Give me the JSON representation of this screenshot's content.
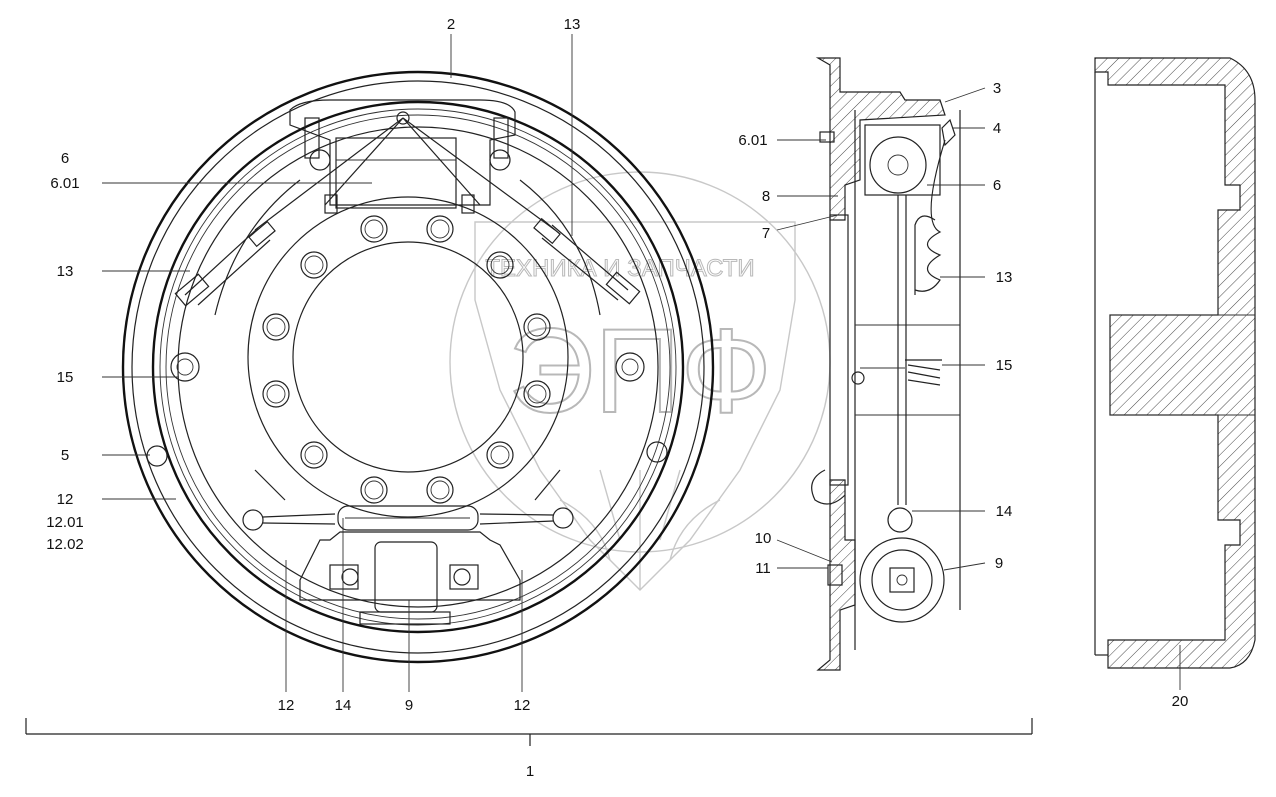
{
  "watermark": {
    "tagline": "ТЕХНИКА И ЗАПЧАСТИ",
    "logo": "ЭПФ"
  },
  "labels": {
    "l2": "2",
    "l13_top": "13",
    "l6": "6",
    "l6_01": "6.01",
    "l13_left": "13",
    "l15_left": "15",
    "l5": "5",
    "l12": "12",
    "l12_01": "12.01",
    "l12_02": "12.02",
    "l12_bl": "12",
    "l14_b": "14",
    "l9_b": "9",
    "l12_br": "12",
    "l1": "1",
    "l3": "3",
    "l4": "4",
    "l6_01_side": "6.01",
    "l6_side": "6",
    "l8": "8",
    "l7": "7",
    "l13_side": "13",
    "l15_side": "15",
    "l14_side": "14",
    "l10": "10",
    "l11": "11",
    "l9_side": "9",
    "l20": "20"
  }
}
